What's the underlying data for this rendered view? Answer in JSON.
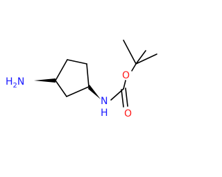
{
  "molecule": {
    "atoms": {
      "amine": {
        "label": "H2N",
        "h": "H",
        "sub": "2",
        "n": "N",
        "color": "#1a1aff"
      },
      "carbamate_n": {
        "label": "NH",
        "n": "N",
        "h": "H",
        "color": "#1a1aff"
      },
      "ether_o": {
        "label": "O",
        "color": "#ff1a1a"
      },
      "carbonyl_o": {
        "label": "O",
        "color": "#ff1a1a"
      }
    },
    "bond_color": "#000000",
    "bonds": {
      "ring": "single",
      "wedge_c1_amine": "wedge",
      "wedge_c3_nh": "wedge",
      "n_carbonyl": "single",
      "c_o_double": "double",
      "c_o_ester": "single",
      "o_tbutyl": "single",
      "tbutyl_methyls": "single"
    }
  }
}
